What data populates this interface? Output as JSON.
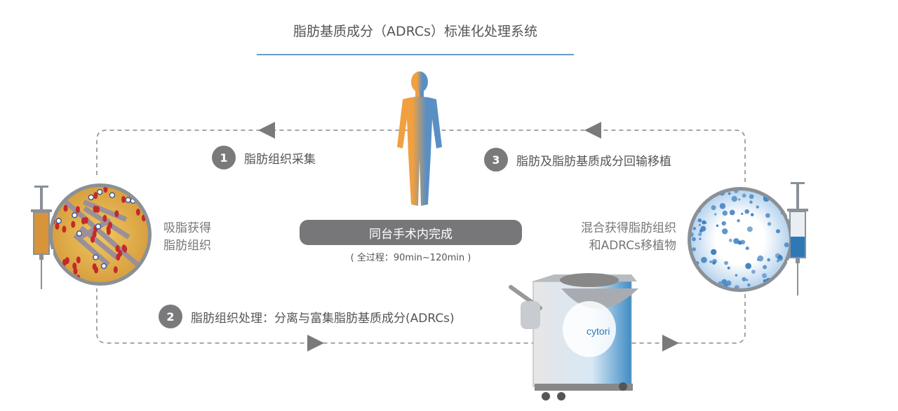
{
  "title": "脂肪基质成分（ADRCs）标准化处理系统",
  "steps": [
    {
      "number": "1",
      "label": "脂肪组织采集"
    },
    {
      "number": "2",
      "label": "脂肪组织处理：分离与富集脂肪基质成分(ADRCs)"
    },
    {
      "number": "3",
      "label": "脂肪及脂肪基质成分回输移植"
    }
  ],
  "center": {
    "pill": "同台手术内完成",
    "duration": "( 全过程：90min~120min )"
  },
  "left_caption": [
    "吸脂获得",
    "脂肪组织"
  ],
  "right_caption": [
    "混合获得脂肪组织",
    "和ADRCs移植物"
  ],
  "device": {
    "brand": "cytori"
  },
  "colors": {
    "accent_line": "#6a9ac9",
    "badge": "#7a7a7c",
    "fat": "#e6b34a",
    "cells": "#3d7fc0"
  }
}
